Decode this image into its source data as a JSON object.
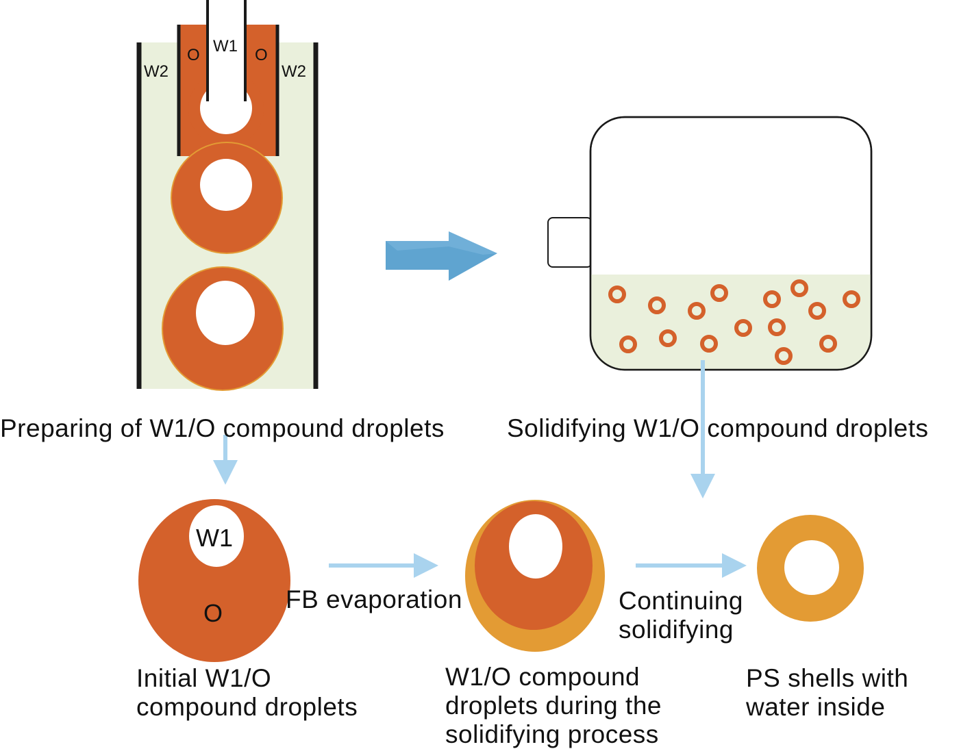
{
  "colors": {
    "oil": "#D4612B",
    "shell": "#E39B34",
    "continuous_phase": "#EAF0DC",
    "arrow_light": "#A9D3EE",
    "arrow_big": "#5FA4D0",
    "outline": "#1a1a1a"
  },
  "device": {
    "inner_label": "W1",
    "oil_label_left": "O",
    "oil_label_right": "O",
    "outer_label_left": "W2",
    "outer_label_right": "W2"
  },
  "captions": {
    "preparing": "Preparing of W1/O compound droplets",
    "solidifying": "Solidifying W1/O compound droplets",
    "initial": "Initial W1/O\ncompound droplets",
    "during": "W1/O compound\ndroplets during the\nsolidifying process",
    "shells": "PS shells with\nwater inside"
  },
  "droplet_labels": {
    "inner": "W1",
    "outer": "O"
  },
  "arrow_labels": {
    "evaporation": "FB evaporation",
    "continuing": "Continuing\nsolidifying"
  },
  "icons": [
    "big-right-arrow-icon",
    "down-arrow-icon",
    "right-arrow-icon",
    "container-icon"
  ]
}
